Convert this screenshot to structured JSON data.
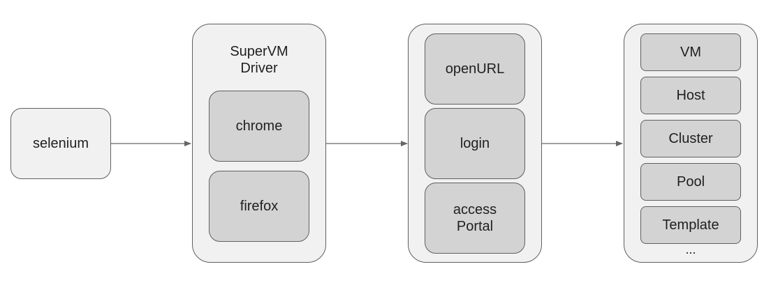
{
  "diagram": {
    "selenium": "selenium",
    "driver": {
      "title_line1": "SuperVM",
      "title_line2": "Driver",
      "items": [
        "chrome",
        "firefox"
      ]
    },
    "actions": {
      "items": [
        "openURL",
        "login"
      ],
      "access_line1": "access",
      "access_line2": "Portal"
    },
    "objects": {
      "items": [
        "VM",
        "Host",
        "Cluster",
        "Pool",
        "Template"
      ],
      "more": "..."
    }
  },
  "colors": {
    "outer_fill": "#f1f1f1",
    "inner_fill": "#d3d3d3",
    "stroke": "#5f5f5f",
    "arrow": "#666666"
  }
}
